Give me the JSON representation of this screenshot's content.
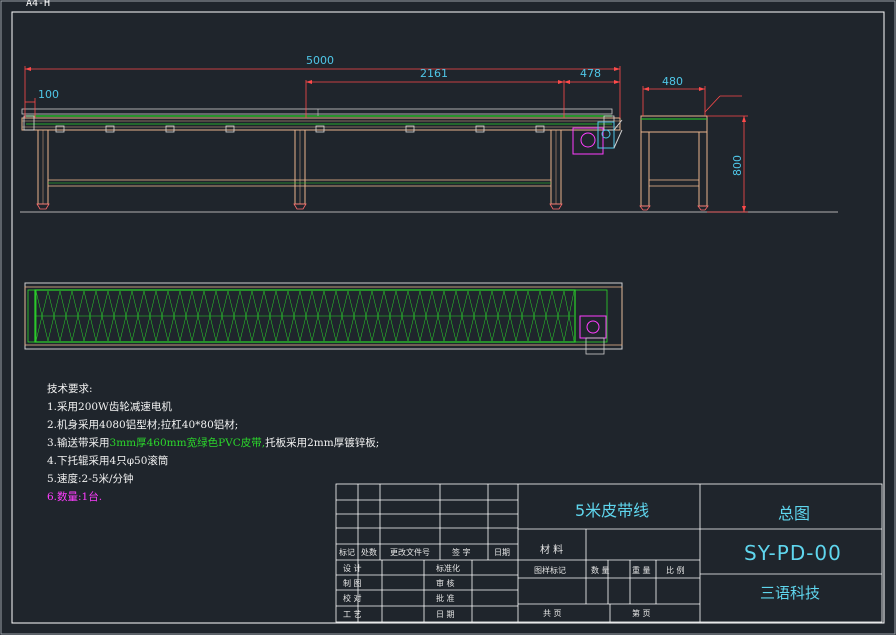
{
  "sheet": {
    "size_label": "A4-H"
  },
  "dimensions": {
    "total_length": "5000",
    "segment_long": "2161",
    "segment_drive": "478",
    "left_offset": "100",
    "frame_width": "480",
    "frame_height": "800"
  },
  "tech_requirements": {
    "title": "技术要求:",
    "line1": "1.采用200W齿轮减速电机",
    "line2": "2.机身采用4080铝型材;拉杠40*80铝材;",
    "line3_prefix": "3.输送带采用",
    "line3_highlight": "3mm厚460mm宽绿色PVC皮带,",
    "line3_suffix": "托板采用2mm厚镀锌板;",
    "line4": "4.下托辊采用4只φ50滚筒",
    "line5": "5.速度:2-5米/分钟",
    "line6": "6.数量:1台."
  },
  "title_block": {
    "product_name": "5米皮带线",
    "drawing_type": "总图",
    "drawing_number": "SY-PD-00",
    "company": "三语科技",
    "material_label": "材 料",
    "labels": {
      "mark": "标记",
      "count": "处数",
      "change_doc": "更改文件号",
      "signature": "签 字",
      "date": "日期",
      "design": "设 计",
      "standardize": "标准化",
      "drawing": "制 图",
      "review": "审 核",
      "proofread": "校 对",
      "approve": "批 准",
      "process": "工 艺",
      "date2": "日 期",
      "stage_mark": "图样标记",
      "quantity": "数 量",
      "weight": "重 量",
      "scale": "比 例",
      "total_sheets": "共  页",
      "sheet_no": "第  页"
    }
  },
  "colors": {
    "background": "#1f252c",
    "frame": "#ffffff",
    "dimension": "#4fc7e8",
    "belt": "#2bd62b",
    "motor": "#ff3dff",
    "profile": "#e8b48c"
  }
}
